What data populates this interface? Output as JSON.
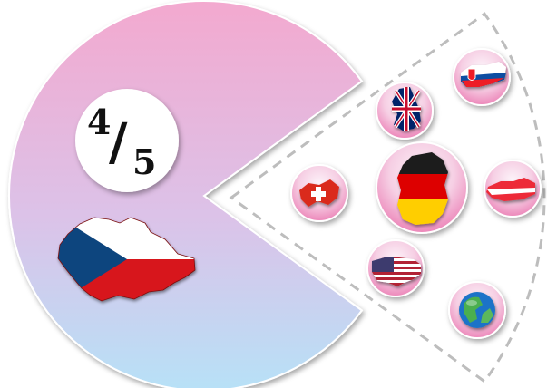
{
  "fraction": {
    "numerator": "4",
    "denominator": "5",
    "slash": "/",
    "value": 0.8
  },
  "main_country": {
    "icon": "czech-republic-flag-map-icon",
    "colors": {
      "white": "#ffffff",
      "red": "#d7141a",
      "blue": "#11457e"
    }
  },
  "wedge_items": [
    {
      "icon": "slovakia-flag-map-icon"
    },
    {
      "icon": "united-kingdom-flag-map-icon"
    },
    {
      "icon": "switzerland-flag-map-icon"
    },
    {
      "icon": "germany-flag-map-icon"
    },
    {
      "icon": "austria-flag-map-icon"
    },
    {
      "icon": "usa-flag-map-icon"
    },
    {
      "icon": "globe-icon"
    }
  ],
  "colors": {
    "pie_top": "#f3a9cf",
    "pie_bottom": "#b7e1f7",
    "wedge_border": "#bdbdbd",
    "bubble_top": "#ef7fb7",
    "bubble_bottom": "#f4f5f9"
  }
}
